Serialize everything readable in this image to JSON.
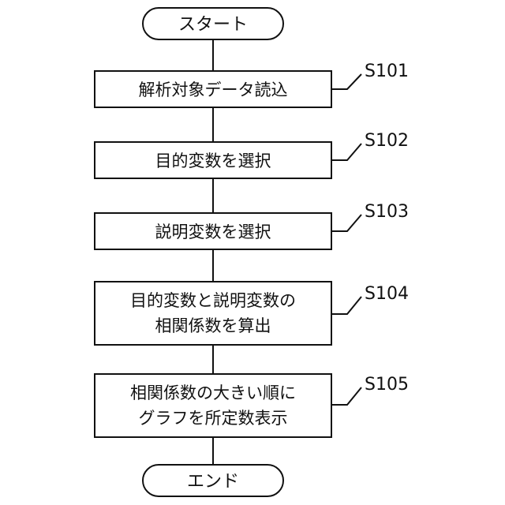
{
  "start_label": "スタート",
  "end_label": "エンド",
  "steps": [
    {
      "id": "S101",
      "lines": [
        "解析対象データ読込"
      ]
    },
    {
      "id": "S102",
      "lines": [
        "目的変数を選択"
      ]
    },
    {
      "id": "S103",
      "lines": [
        "説明変数を選択"
      ]
    },
    {
      "id": "S104",
      "lines": [
        "目的変数と説明変数の",
        "相関係数を算出"
      ]
    },
    {
      "id": "S105",
      "lines": [
        "相関係数の大きい順に",
        "グラフを所定数表示"
      ]
    }
  ]
}
